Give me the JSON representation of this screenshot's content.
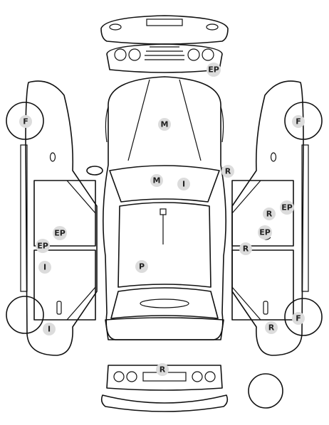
{
  "markers": [
    {
      "id": "front-left-wheel",
      "code": "F"
    },
    {
      "id": "front-right-wheel",
      "code": "F"
    },
    {
      "id": "rear-right-wheel",
      "code": "F"
    },
    {
      "id": "hood",
      "code": "M"
    },
    {
      "id": "windshield-left",
      "code": "M"
    },
    {
      "id": "windshield-right",
      "code": "I"
    },
    {
      "id": "right-mirror",
      "code": "R"
    },
    {
      "id": "front-bumper-top",
      "code": "EP"
    },
    {
      "id": "left-door-front",
      "code": "EP"
    },
    {
      "id": "left-sill",
      "code": "EP"
    },
    {
      "id": "left-door-rear",
      "code": "I"
    },
    {
      "id": "left-rear-wheel",
      "code": "I"
    },
    {
      "id": "roof",
      "code": "P"
    },
    {
      "id": "right-door-front-a",
      "code": "R"
    },
    {
      "id": "right-door-front-b",
      "code": "EP"
    },
    {
      "id": "right-door-front-c",
      "code": "EP"
    },
    {
      "id": "right-pillar",
      "code": "R"
    },
    {
      "id": "right-rear-quarter",
      "code": "R"
    },
    {
      "id": "rear-bumper",
      "code": "R"
    }
  ],
  "colors": {
    "line": "#111111",
    "marker": "#dcdcdc",
    "marker_text": "#222222"
  }
}
